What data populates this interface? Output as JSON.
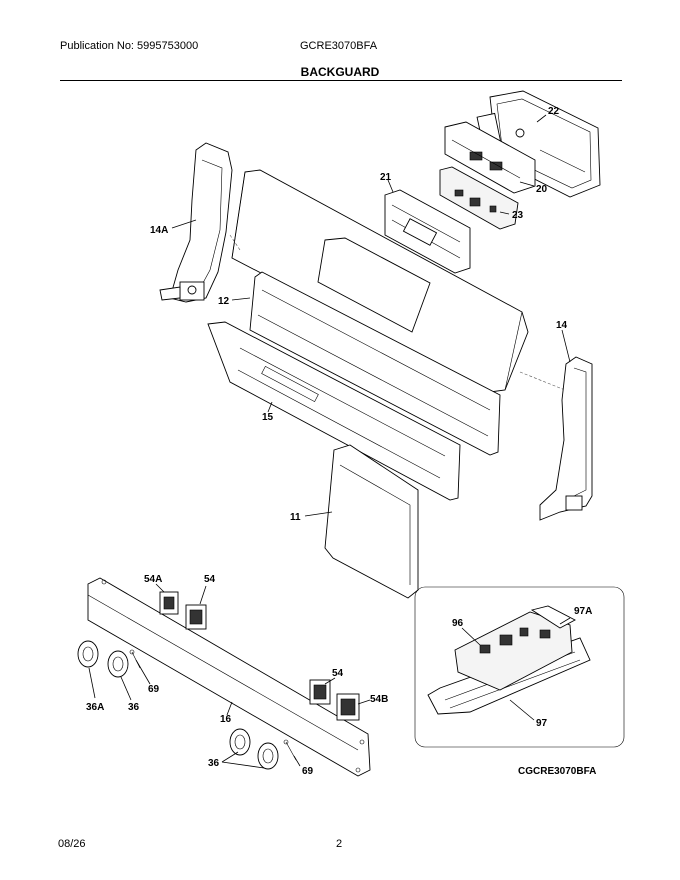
{
  "header": {
    "publication": "Publication No: 5995753000",
    "model": "GCRE3070BFA",
    "title": "BACKGUARD"
  },
  "callouts": {
    "c22": "22",
    "c21": "21",
    "c20": "20",
    "c23": "23",
    "c14a": "14A",
    "c12": "12",
    "c14": "14",
    "c15": "15",
    "c11": "11",
    "c54a": "54A",
    "c54_top": "54",
    "c96": "96",
    "c97a": "97A",
    "c69_top": "69",
    "c36a": "36A",
    "c36_top": "36",
    "c54_mid": "54",
    "c54b": "54B",
    "c16": "16",
    "c97": "97",
    "c36_bot": "36",
    "c69_bot": "69"
  },
  "inset_caption": "CGCRE3070BFA",
  "footer": {
    "date": "08/26",
    "page": "2"
  }
}
